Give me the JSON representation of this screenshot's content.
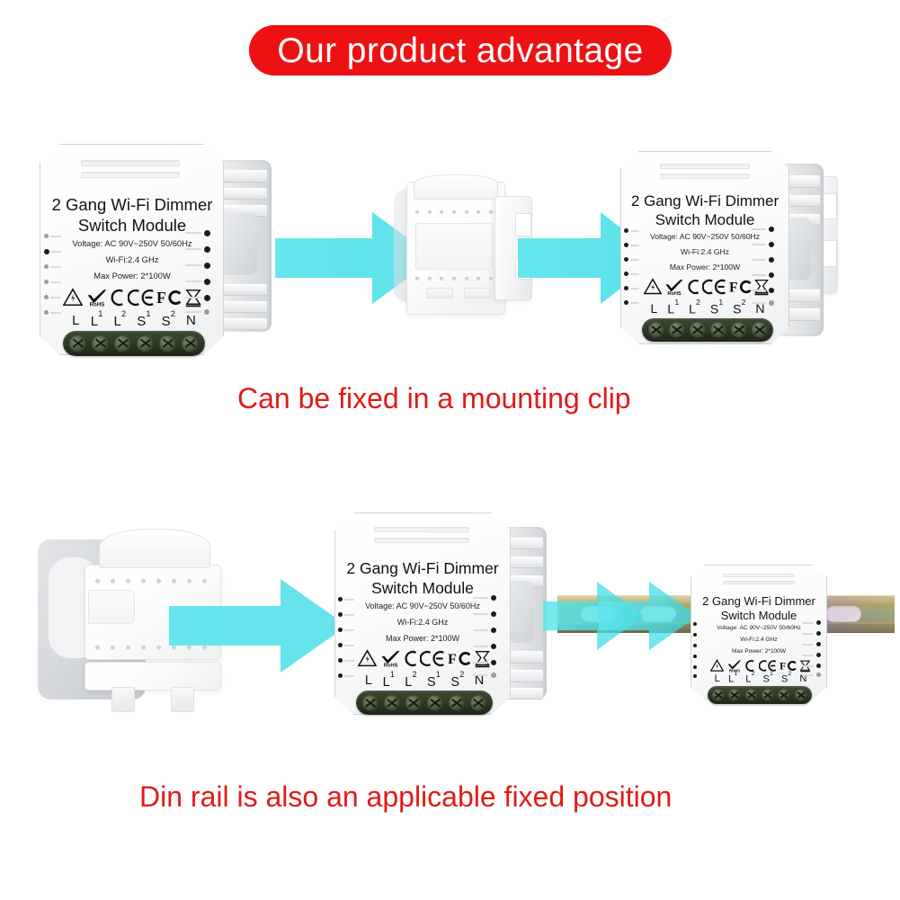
{
  "page": {
    "background_color": "#ffffff",
    "accent_red": "#ee1113",
    "arrow_cyan": "#45e2ea"
  },
  "header": {
    "title": "Our product advantage",
    "banner_color": "#ee1113",
    "text_color": "#ffffff"
  },
  "captions": {
    "top": "Can be fixed in a mounting clip",
    "bottom": "Din rail is also an applicable fixed position",
    "color": "#e01b17"
  },
  "product": {
    "name_line1": "2 Gang Wi-Fi Dimmer",
    "name_line2": "Switch Module",
    "spec_voltage": "Voltage: AC 90V~250V  50/60Hz",
    "spec_wifi": "Wi-Fi:2.4 GHz",
    "spec_power": "Max Power: 2*100W",
    "terminals": [
      "L",
      "L1",
      "L2",
      "S1",
      "S2",
      "N"
    ],
    "terminal_labels": [
      {
        "base": "L",
        "sup": ""
      },
      {
        "base": "L",
        "sup": "1"
      },
      {
        "base": "L",
        "sup": "2"
      },
      {
        "base": "S",
        "sup": "1"
      },
      {
        "base": "S",
        "sup": "2"
      },
      {
        "base": "N",
        "sup": ""
      }
    ],
    "certifications": [
      "warning-triangle",
      "RoHS",
      "CE",
      "FC",
      "WEEE"
    ],
    "rohs_text": "RoHS",
    "fc_text": "FC",
    "terminal_color": "#2c3724",
    "case_color": "#ffffff"
  },
  "row_top": {
    "step1_label": "switch-module-loose",
    "step2_label": "mounting-clip",
    "step3_label": "switch-module-in-clip"
  },
  "row_bottom": {
    "step1_label": "din-rail-clip",
    "step2_label": "switch-module-with-clip",
    "step3_label": "din-rail",
    "step4_label": "switch-module-on-din-rail"
  },
  "parts": {
    "mounting_clip": "mounting clip",
    "din_rail": "din rail"
  }
}
